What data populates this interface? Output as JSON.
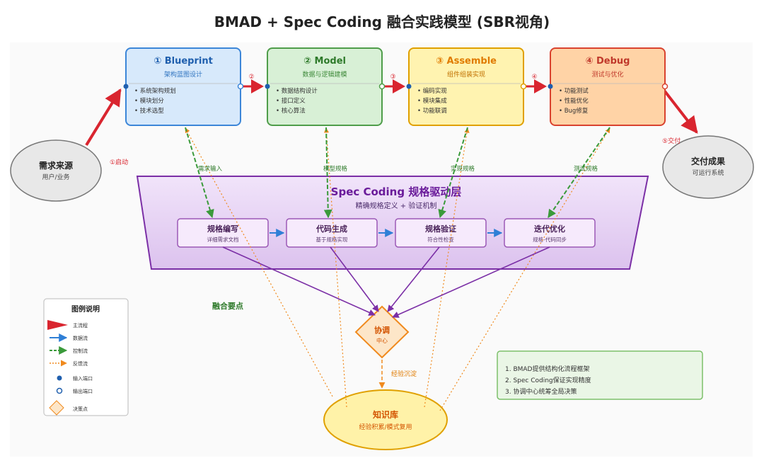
{
  "title": "BMAD + Spec Coding 融合实践模型 (SBR视角)",
  "stages": [
    {
      "num": "①",
      "name": "Blueprint",
      "sub": "架构蓝图设计",
      "items": [
        "系统架构规划",
        "模块划分",
        "技术选型"
      ],
      "fill": "#d7e9fb",
      "stroke": "#3c86d8",
      "title_color": "#1f5fae",
      "sub_color": "#2f74c0"
    },
    {
      "num": "②",
      "name": "Model",
      "sub": "数据与逻辑建模",
      "items": [
        "数据结构设计",
        "接口定义",
        "核心算法"
      ],
      "fill": "#d8f0d6",
      "stroke": "#4f9d4a",
      "title_color": "#2e7a2a",
      "sub_color": "#3f8a3b"
    },
    {
      "num": "③",
      "name": "Assemble",
      "sub": "组件组装实现",
      "items": [
        "编码实现",
        "模块集成",
        "功能联调"
      ],
      "fill": "#fff3b0",
      "stroke": "#e0a000",
      "title_color": "#e07b00",
      "sub_color": "#c07000"
    },
    {
      "num": "④",
      "name": "Debug",
      "sub": "测试与优化",
      "items": [
        "功能测试",
        "性能优化",
        "Bug修复"
      ],
      "fill": "#ffd3a6",
      "stroke": "#d9422f",
      "title_color": "#c0392b",
      "sub_color": "#c0392b"
    }
  ],
  "connectors": [
    "②",
    "③",
    "④"
  ],
  "source": {
    "title": "需求来源",
    "sub": "用户/业务"
  },
  "start_label": "①启动",
  "deliver": {
    "title": "交付成果",
    "sub": "可运行系统"
  },
  "deliver_label": "⑤交付",
  "spec_links": [
    "需求输入",
    "模型规格",
    "实现规格",
    "测试规格"
  ],
  "spec_layer": {
    "title": "Spec Coding 规格驱动层",
    "sub": "精确规格定义 + 验证机制",
    "steps": [
      {
        "title": "规格编写",
        "sub": "详细需求文档"
      },
      {
        "title": "代码生成",
        "sub": "基于规格实现"
      },
      {
        "title": "规格验证",
        "sub": "符合性检查"
      },
      {
        "title": "迭代优化",
        "sub": "规格-代码同步"
      }
    ]
  },
  "coord": {
    "title": "协调",
    "sub": "中心"
  },
  "experience_label": "经验沉淀",
  "kb": {
    "title": "知识库",
    "sub": "经验积累/模式复用"
  },
  "fusion_title": "融合要点",
  "fusion_points": [
    "1. BMAD提供结构化流程框架",
    "2. Spec Coding保证实现精度",
    "3. 协调中心统筹全局决策"
  ],
  "legend": {
    "title": "图例说明",
    "items": [
      "主流程",
      "数据流",
      "控制流",
      "反馈流",
      "输入端口",
      "输出端口",
      "决策点"
    ]
  },
  "colors": {
    "main": "#d9252f",
    "data": "#2f7fd6",
    "control": "#3a9a3a",
    "feedback": "#f08a1e",
    "spec": "#7b2fa6"
  }
}
